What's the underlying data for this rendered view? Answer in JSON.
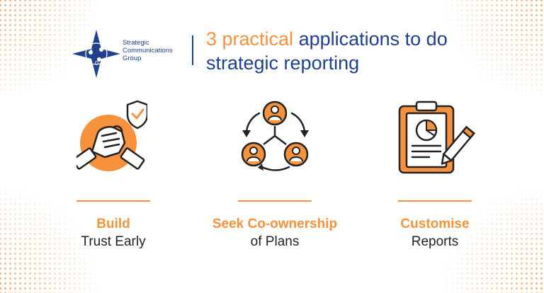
{
  "logo": {
    "letters": [
      "S",
      "C",
      "G"
    ],
    "text_lines": [
      "Strategic",
      "Communications",
      "Group"
    ]
  },
  "title": {
    "highlight": "3 practical",
    "rest": " applications to do strategic reporting"
  },
  "items": [
    {
      "line1": "Build",
      "line2": "Trust Early",
      "icon": "handshake-shield-icon"
    },
    {
      "line1": "Seek Co-ownership",
      "line2": "of Plans",
      "icon": "team-cycle-icon"
    },
    {
      "line1": "Customise",
      "line2": "Reports",
      "icon": "clipboard-report-icon"
    }
  ],
  "colors": {
    "accent": "#f7913c",
    "brand": "#1f3f8f",
    "text": "#222222"
  }
}
